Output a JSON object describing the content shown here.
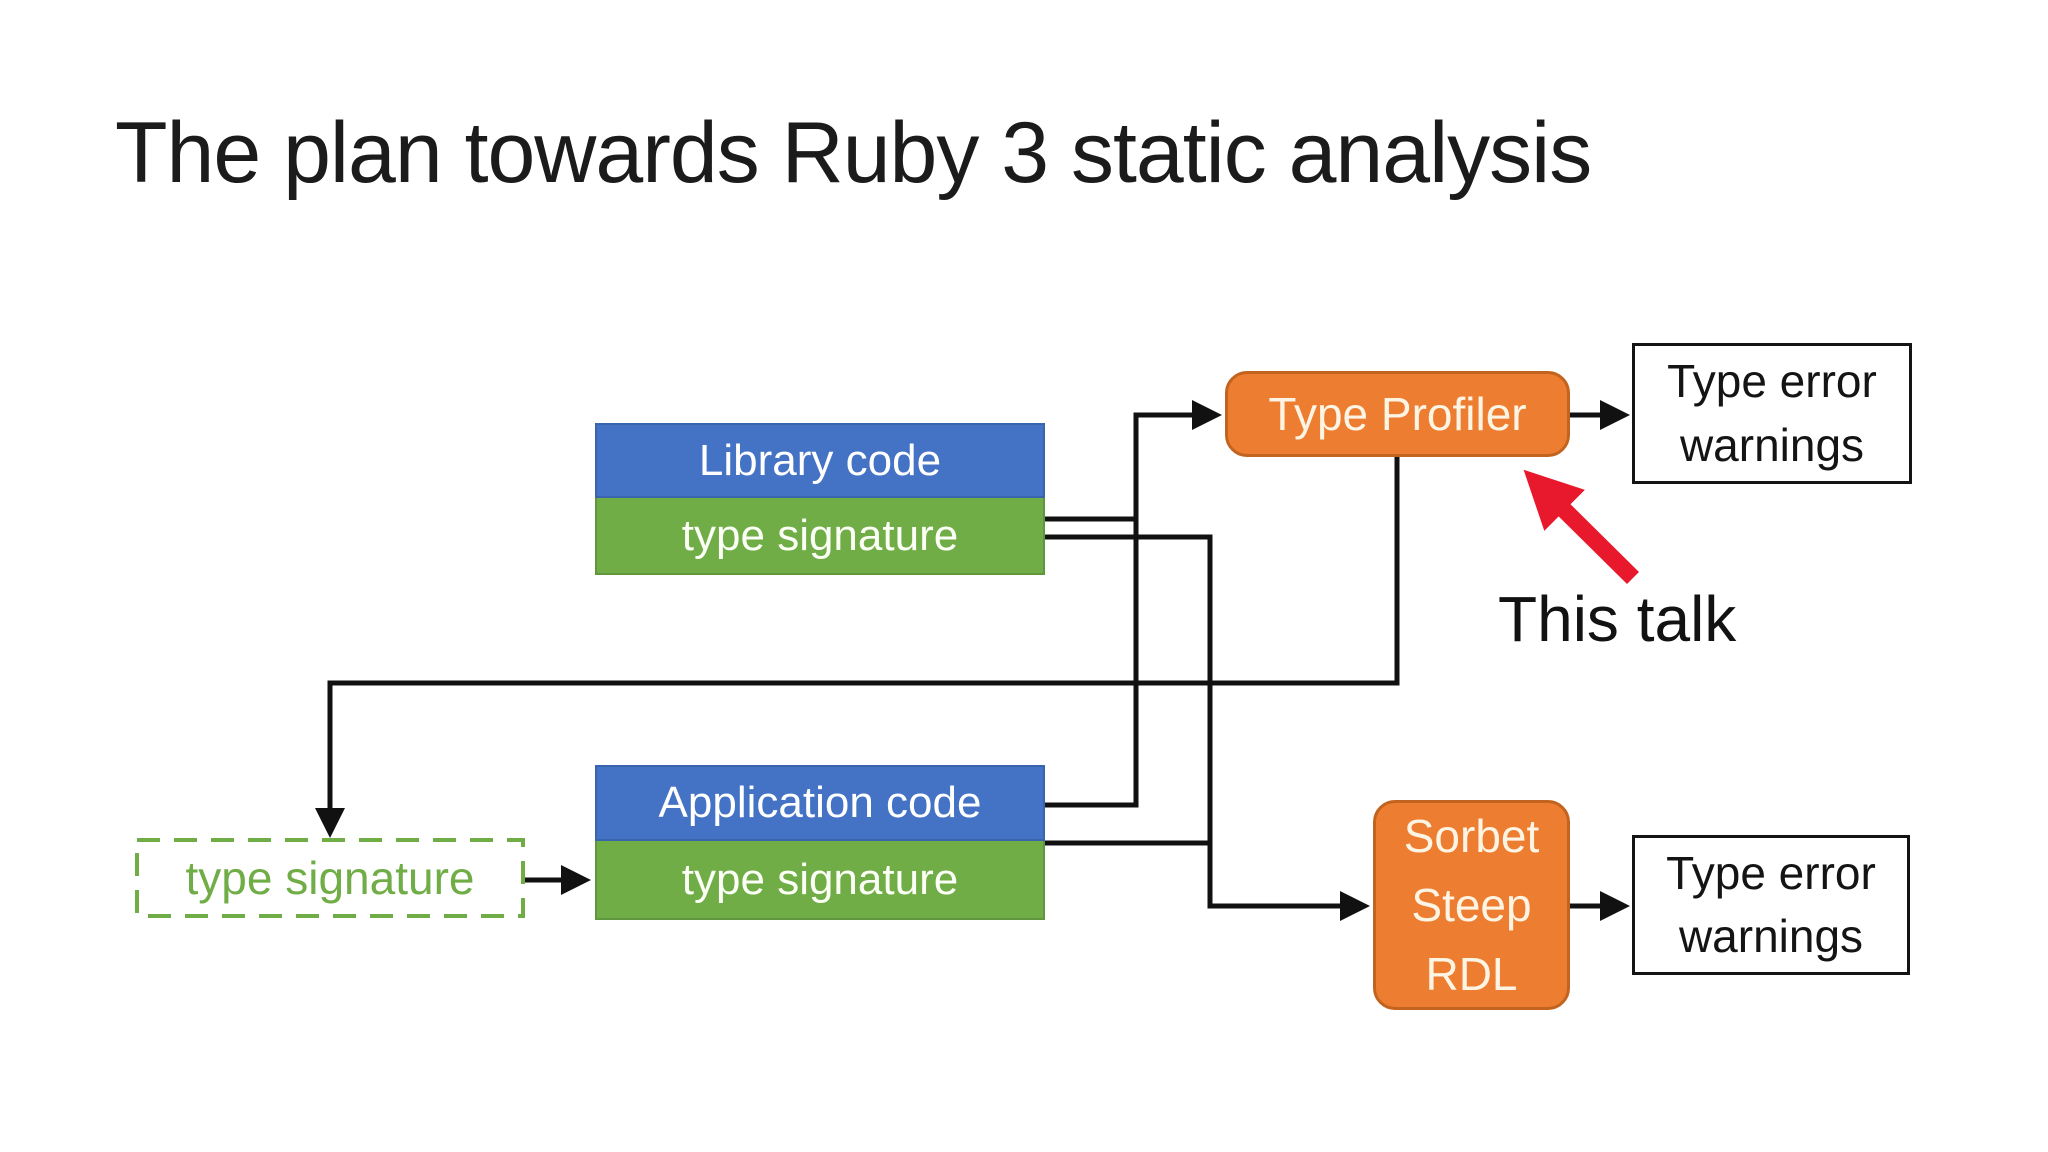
{
  "slide": {
    "title": "The plan towards Ruby 3 static analysis",
    "background_color": "#ffffff"
  },
  "diagram": {
    "library_stack": {
      "code": "Library code",
      "signature": "type signature"
    },
    "application_stack": {
      "code": "Application code",
      "signature": "type signature"
    },
    "generated_signature": {
      "label": "type signature"
    },
    "type_profiler": {
      "label": "Type Profiler"
    },
    "checker": {
      "line1": "Sorbet",
      "line2": "Steep",
      "line3": "RDL"
    },
    "warnings_top": {
      "line1": "Type error",
      "line2": "warnings"
    },
    "warnings_bottom": {
      "line1": "Type error",
      "line2": "warnings"
    }
  },
  "annotation": {
    "label": "This talk",
    "arrow_color": "#e8192c"
  },
  "colors": {
    "code_blue": "#4472c4",
    "signature_green": "#70ad47",
    "tool_orange": "#ed7d31",
    "tool_orange_border": "#c2641f",
    "connector_black": "#111111",
    "warn_border_black": "#141414",
    "light_text_on_orange": "#fdf4e3",
    "title_text": "#1b1b1b"
  }
}
